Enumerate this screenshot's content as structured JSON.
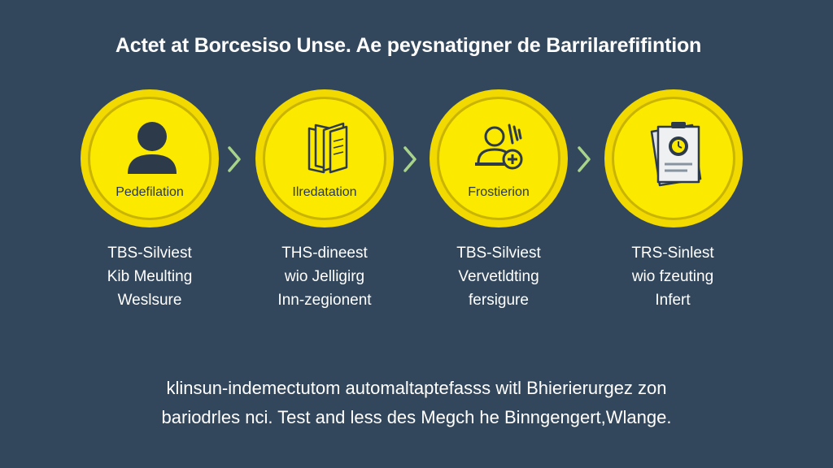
{
  "title": "Actet at Borcesiso Unse. Ae peysnatigner de Barrilarefifintion",
  "steps": [
    {
      "icon": "person-icon",
      "label": "Pedefilation",
      "desc": [
        "TBS-Silviest",
        "Kib Meulting",
        "Weslsure"
      ]
    },
    {
      "icon": "documents-icon",
      "label": "Ilredatation",
      "desc": [
        "THS-dineest",
        "wio Jelligirg",
        "Inn-zegionent"
      ]
    },
    {
      "icon": "user-add-icon",
      "label": "Frostierion",
      "desc": [
        "TBS-Silviest",
        "Vervetldting",
        "fersigure"
      ]
    },
    {
      "icon": "clipboard-clock-icon",
      "label": "",
      "desc": [
        "TRS-Sinlest",
        "wio fzeuting",
        "Infert"
      ]
    }
  ],
  "footer": {
    "line1": "klinsun-indemectutom automaltaptefasss witl Bhierierurgez zon",
    "line2": "bariodrles nci. Test and less des Megch he Binngengert,Wlange."
  },
  "colors": {
    "background": "#33475c",
    "circle": "#fbe900",
    "arrow": "#a7d48a"
  }
}
